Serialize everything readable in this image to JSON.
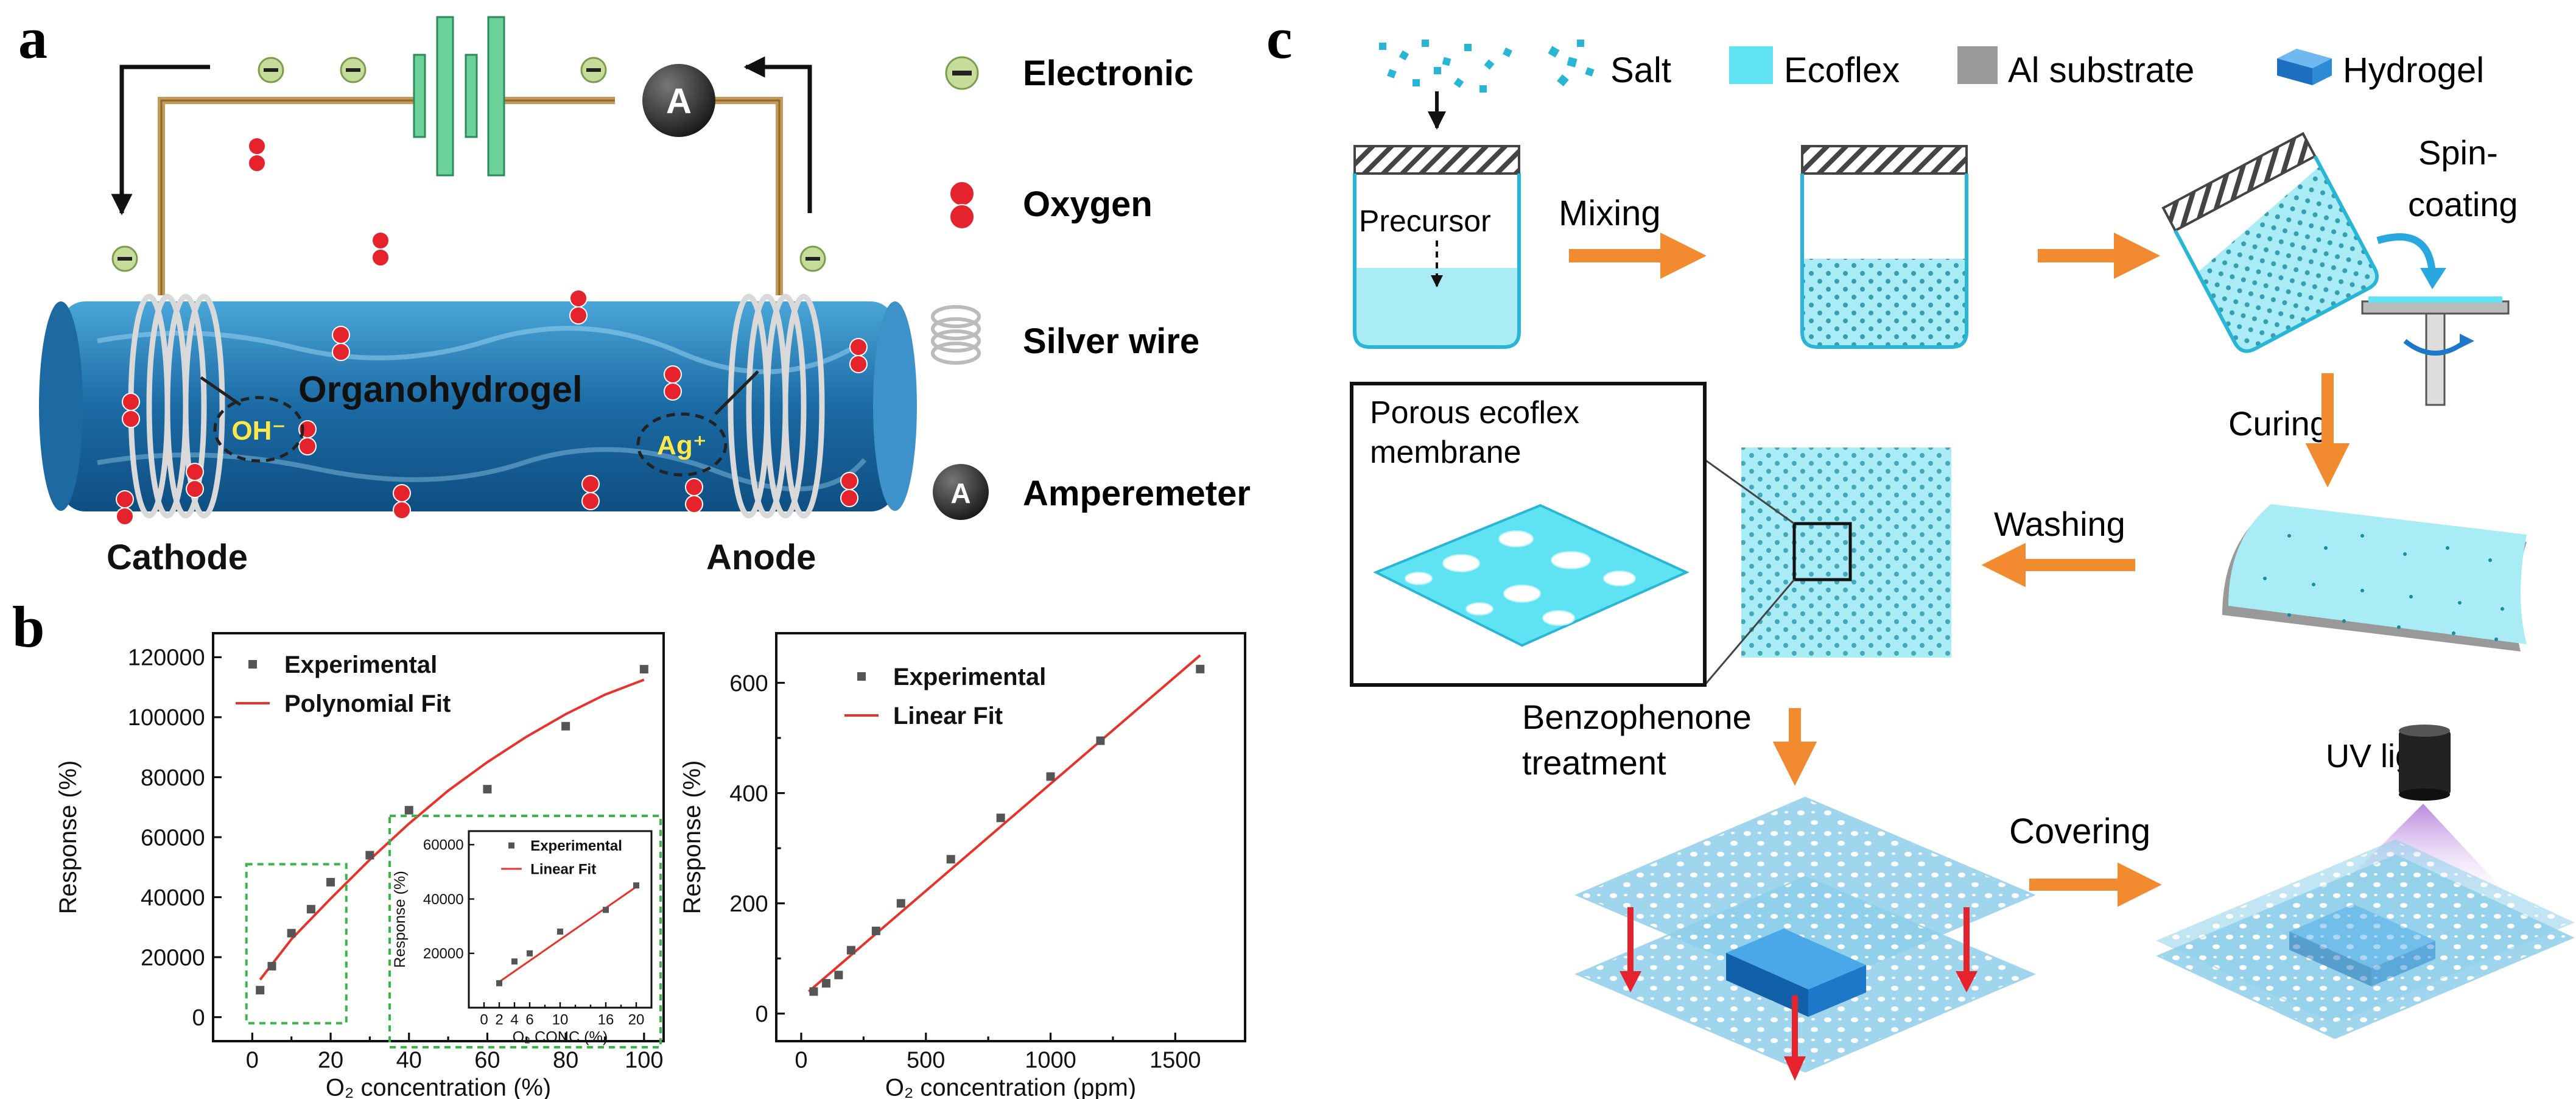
{
  "panel_labels": {
    "a": "a",
    "b": "b",
    "c": "c"
  },
  "colors": {
    "hydrogel_blue": "#1c6fa8",
    "ecoflex_cyan": "#5fe3f2",
    "al_gray": "#999999",
    "arrow_orange": "#f28a30",
    "fit_red": "#e8332a",
    "inset_box_green": "#39b54a",
    "battery_green": "#6bd39a",
    "electron_green": "#c5dc9a",
    "oxygen_red": "#e5232c",
    "wire_brown": "#c49a55",
    "uv_purple": "#b07ad9"
  },
  "panel_a": {
    "ammeter_symbol": "A",
    "electron_symbol": "−",
    "hydrogel_label": "Organohydrogel",
    "ion_oh": "OH⁻",
    "ion_ag": "Ag⁺",
    "cathode_label": "Cathode",
    "anode_label": "Anode",
    "legend": [
      {
        "icon": "electron-icon",
        "label": "Electronic"
      },
      {
        "icon": "oxygen-icon",
        "label": "Oxygen"
      },
      {
        "icon": "silver-wire-icon",
        "label": "Silver wire"
      },
      {
        "icon": "ammeter-icon",
        "label": "Amperemeter"
      }
    ]
  },
  "panel_c": {
    "legend": [
      {
        "icon": "salt-icon",
        "label": "Salt"
      },
      {
        "icon": "ecoflex-icon",
        "label": "Ecoflex"
      },
      {
        "icon": "al-substrate-icon",
        "label": "Al substrate"
      },
      {
        "icon": "hydrogel-icon",
        "label": "Hydrogel"
      }
    ],
    "precursor_label": "Precursor",
    "step_mixing": "Mixing",
    "step_spin_line1": "Spin-",
    "step_spin_line2": "coating",
    "step_curing": "Curing",
    "step_washing": "Washing",
    "step_benzo_line1": "Benzophenone",
    "step_benzo_line2": "treatment",
    "step_covering": "Covering",
    "uv_label": "UV light",
    "porous_line1": "Porous ecoflex",
    "porous_line2": "membrane"
  },
  "chart_data": [
    {
      "type": "scatter",
      "ylabel": "Response (%)",
      "xlabel": "O₂ concentration (%)",
      "xlim": [
        -10,
        105
      ],
      "ylim": [
        -8000,
        128000
      ],
      "xticks": [
        0,
        10,
        20,
        30,
        40,
        50,
        60,
        70,
        80,
        90,
        100
      ],
      "xtick_labels": [
        "0",
        "20",
        "40",
        "60",
        "80",
        "100"
      ],
      "yticks": [
        0,
        20000,
        40000,
        60000,
        80000,
        100000,
        120000
      ],
      "ytick_labels": [
        "0",
        "20000",
        "40000",
        "60000",
        "80000",
        "100000",
        "120000"
      ],
      "legend_placement": "top-left",
      "series": [
        {
          "name": "Experimental",
          "x": [
            2,
            5,
            10,
            15,
            20,
            30,
            40,
            60,
            80,
            100
          ],
          "y": [
            9000,
            17000,
            28000,
            36000,
            45000,
            54000,
            69000,
            76000,
            97000,
            116000
          ]
        },
        {
          "name": "Polynomial Fit",
          "x": [
            2,
            10,
            20,
            30,
            40,
            50,
            60,
            70,
            80,
            90,
            100
          ],
          "y": [
            12500,
            26000,
            39500,
            52500,
            64500,
            75500,
            85000,
            93500,
            101000,
            107500,
            112500
          ]
        }
      ],
      "inset": {
        "ylabel": "Response (%)",
        "xlabel": "O₂ CONC (%)",
        "xlim": [
          -2,
          22
        ],
        "ylim": [
          0,
          65000
        ],
        "xticks": [
          0,
          2,
          4,
          6,
          8,
          10,
          12,
          14,
          16,
          18,
          20
        ],
        "xtick_labels": [
          "0",
          "2",
          "4",
          "6",
          "10",
          "16",
          "20"
        ],
        "xtick_label_values": [
          0,
          2,
          4,
          6,
          10,
          16,
          20
        ],
        "yticks": [
          20000,
          40000,
          60000
        ],
        "ytick_labels": [
          "20000",
          "40000",
          "60000"
        ],
        "legend_placement": "top-right",
        "series": [
          {
            "name": "Experimental",
            "x": [
              2,
              4,
              6,
              10,
              16,
              20
            ],
            "y": [
              9000,
              17000,
              20000,
              28000,
              36000,
              45000
            ]
          },
          {
            "name": "Linear Fit",
            "x": [
              2,
              20
            ],
            "y": [
              9500,
              44500
            ]
          }
        ]
      }
    },
    {
      "type": "scatter",
      "ylabel": "Response (%)",
      "xlabel": "O₂ concentration (ppm)",
      "xlim": [
        -100,
        1780
      ],
      "ylim": [
        -50,
        690
      ],
      "xticks": [
        0,
        250,
        500,
        750,
        1000,
        1250,
        1500
      ],
      "xtick_labels": [
        "0",
        "500",
        "1000",
        "1500"
      ],
      "yticks": [
        0,
        100,
        200,
        300,
        400,
        500,
        600
      ],
      "ytick_labels": [
        "0",
        "200",
        "400",
        "600"
      ],
      "legend_placement": "top-left",
      "series": [
        {
          "name": "Experimental",
          "x": [
            50,
            100,
            150,
            200,
            300,
            400,
            600,
            800,
            1000,
            1200,
            1600
          ],
          "y": [
            40,
            55,
            70,
            115,
            150,
            200,
            280,
            355,
            430,
            495,
            625
          ]
        },
        {
          "name": "Linear Fit",
          "x": [
            30,
            1600
          ],
          "y": [
            40,
            650
          ]
        }
      ]
    }
  ]
}
